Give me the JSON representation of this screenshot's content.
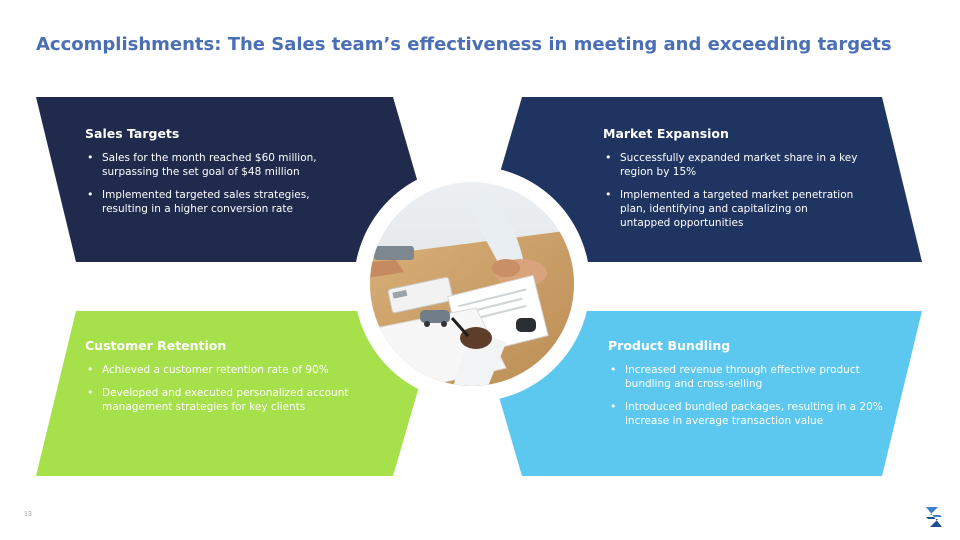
{
  "title": "Accomplishments: The Sales team’s effectiveness in meeting and exceeding targets",
  "quadrants": {
    "top_left": {
      "heading": "Sales Targets",
      "bullets": [
        "Sales for the month reached $60 million, surpassing the set goal of $48 million",
        "Implemented targeted sales strategies, resulting in a higher conversion rate"
      ]
    },
    "top_right": {
      "heading": "Market Expansion",
      "bullets": [
        "Successfully expanded market share in a key region by 15%",
        "Implemented a targeted market penetration plan, identifying and capitalizing on untapped opportunities"
      ]
    },
    "bottom_left": {
      "heading": "Customer Retention",
      "bullets": [
        "Achieved a customer retention rate of 90%",
        "Developed and executed personalized account management strategies for key clients"
      ]
    },
    "bottom_right": {
      "heading": "Product Bundling",
      "bullets": [
        "Increased revenue through effective product bundling and cross-selling",
        "Introduced bundled packages, resulting in a 20% increase in average transaction value"
      ]
    }
  },
  "page_number": "13",
  "colors": {
    "title": "#4a6fb5",
    "top_left": "#1f2a4d",
    "top_right": "#1f3461",
    "bottom_left": "#a6e04a",
    "bottom_right": "#5cc8ef",
    "logo": "#3a7fd0"
  },
  "photo_icon": "business-meeting-photo",
  "logo_icon": "company-logo-icon"
}
